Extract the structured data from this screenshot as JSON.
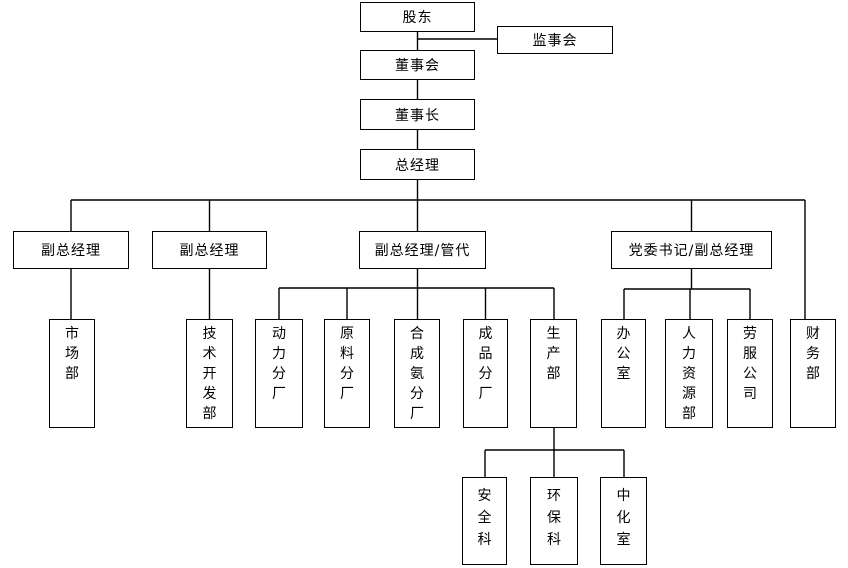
{
  "diagram": {
    "type": "org-chart",
    "background_color": "#ffffff",
    "line_color": "#000000",
    "text_color": "#000000"
  },
  "nodes": {
    "shareholders": {
      "label": "股东"
    },
    "supervisory_board": {
      "label": "监事会"
    },
    "board_of_directors": {
      "label": "董事会"
    },
    "chairman": {
      "label": "董事长"
    },
    "general_manager": {
      "label": "总经理"
    },
    "deputy_gm_1": {
      "label": "副总经理"
    },
    "deputy_gm_2": {
      "label": "副总经理"
    },
    "deputy_gm_mgmt_rep": {
      "label": "副总经理/管代"
    },
    "party_secretary_deputy_gm": {
      "label": "党委书记/副总经理"
    },
    "marketing_dept": {
      "label": "市场部"
    },
    "tech_dev_dept": {
      "label": "技术开发部"
    },
    "power_branch": {
      "label": "动力分厂"
    },
    "raw_material_branch": {
      "label": "原料分厂"
    },
    "synthetic_ammonia_branch": {
      "label": "合成氨分厂"
    },
    "finished_goods_branch": {
      "label": "成品分厂"
    },
    "production_dept": {
      "label": "生产部"
    },
    "office": {
      "label": "办公室"
    },
    "hr_dept": {
      "label": "人力资源部"
    },
    "labor_service_company": {
      "label": "劳服公司"
    },
    "finance_dept": {
      "label": "财务部"
    },
    "safety_section": {
      "label": "安全科"
    },
    "env_protection_section": {
      "label": "环保科"
    },
    "central_chem_lab": {
      "label": "中化室"
    }
  },
  "edges": [
    {
      "from": "shareholders",
      "to": "supervisory_board"
    },
    {
      "from": "shareholders",
      "to": "board_of_directors"
    },
    {
      "from": "board_of_directors",
      "to": "chairman"
    },
    {
      "from": "chairman",
      "to": "general_manager"
    },
    {
      "from": "general_manager",
      "to": "deputy_gm_1"
    },
    {
      "from": "general_manager",
      "to": "deputy_gm_2"
    },
    {
      "from": "general_manager",
      "to": "deputy_gm_mgmt_rep"
    },
    {
      "from": "general_manager",
      "to": "party_secretary_deputy_gm"
    },
    {
      "from": "general_manager",
      "to": "finance_dept"
    },
    {
      "from": "deputy_gm_1",
      "to": "marketing_dept"
    },
    {
      "from": "deputy_gm_2",
      "to": "tech_dev_dept"
    },
    {
      "from": "deputy_gm_mgmt_rep",
      "to": "power_branch"
    },
    {
      "from": "deputy_gm_mgmt_rep",
      "to": "raw_material_branch"
    },
    {
      "from": "deputy_gm_mgmt_rep",
      "to": "synthetic_ammonia_branch"
    },
    {
      "from": "deputy_gm_mgmt_rep",
      "to": "finished_goods_branch"
    },
    {
      "from": "deputy_gm_mgmt_rep",
      "to": "production_dept"
    },
    {
      "from": "party_secretary_deputy_gm",
      "to": "office"
    },
    {
      "from": "party_secretary_deputy_gm",
      "to": "hr_dept"
    },
    {
      "from": "party_secretary_deputy_gm",
      "to": "labor_service_company"
    },
    {
      "from": "production_dept",
      "to": "safety_section"
    },
    {
      "from": "production_dept",
      "to": "env_protection_section"
    },
    {
      "from": "production_dept",
      "to": "central_chem_lab"
    }
  ]
}
